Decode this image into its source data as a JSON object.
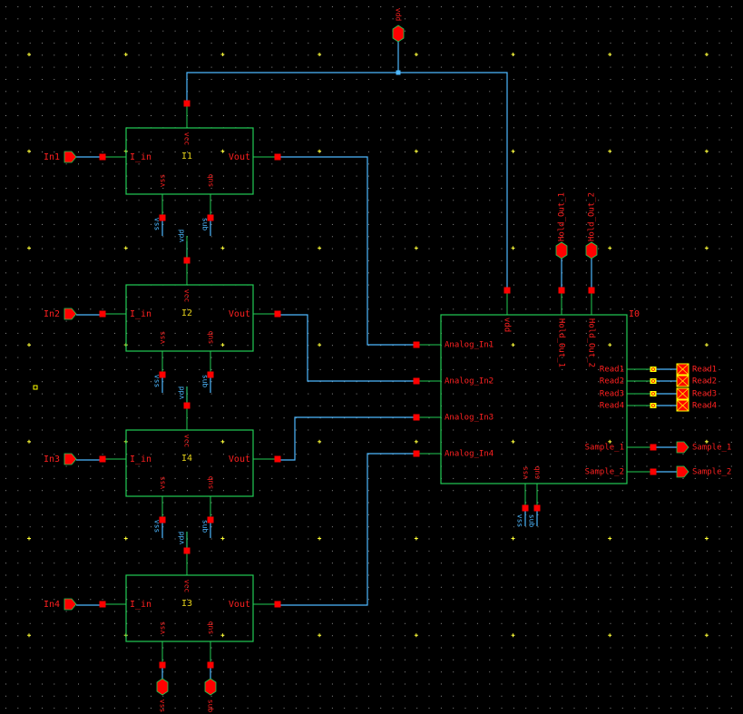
{
  "colors": {
    "background": "#000000",
    "grid_dot": "#8a8a8a",
    "grid_major": "#ffff33",
    "wire": "#4db8ff",
    "symbol": "#22cc55",
    "pin": "#ff0000",
    "label": "#ff2020",
    "instance_label": "#e6d21a",
    "net_label": "#4db8ff",
    "io_pin_marker": "#ffff00"
  },
  "instances": [
    {
      "name": "I1",
      "pins": {
        "left": "I_in",
        "right": "Vout",
        "top": "vcc",
        "bottom_left": "vss",
        "bottom_right": "sub"
      },
      "input_pin": "In1"
    },
    {
      "name": "I2",
      "pins": {
        "left": "I_in",
        "right": "Vout",
        "top": "vcc",
        "bottom_left": "vss",
        "bottom_right": "sub"
      },
      "input_pin": "In2"
    },
    {
      "name": "I4",
      "pins": {
        "left": "I_in",
        "right": "Vout",
        "top": "vcc",
        "bottom_left": "vss",
        "bottom_right": "sub"
      },
      "input_pin": "In3"
    },
    {
      "name": "I3",
      "pins": {
        "left": "I_in",
        "right": "Vout",
        "top": "vcc",
        "bottom_left": "vss",
        "bottom_right": "sub"
      },
      "input_pin": "In4"
    }
  ],
  "net_labels_under": [
    {
      "vss": "vss",
      "sub": "sub",
      "vdd": "vdd"
    },
    {
      "vss": "vss",
      "sub": "sub",
      "vdd": "vdd"
    },
    {
      "vss": "vss",
      "sub": "sub",
      "vdd": "vdd"
    }
  ],
  "bottom_pins": {
    "vss": "vss",
    "sub": "sub"
  },
  "top_pin": "vdd",
  "main_block": {
    "name": "I0",
    "left_pins": [
      "Analog_In1",
      "Analog_In2",
      "Analog_In3",
      "Analog_In4"
    ],
    "top_pins": [
      "vdd",
      "Hold_Out_1",
      "Hold_Out_2"
    ],
    "right_pins": [
      "Read1",
      "Read2",
      "Read3",
      "Read4",
      "Sample_1",
      "Sample_2"
    ],
    "bottom_pins": [
      "vss",
      "sub"
    ],
    "bottom_net_labels": [
      "vss",
      "sub"
    ]
  },
  "hold_pins": [
    "Hold_Out_1",
    "Hold_Out_2"
  ],
  "read_pins": [
    "Read1",
    "Read2",
    "Read3",
    "Read4"
  ],
  "sample_pins": [
    "Sample_1",
    "Sample_2"
  ]
}
